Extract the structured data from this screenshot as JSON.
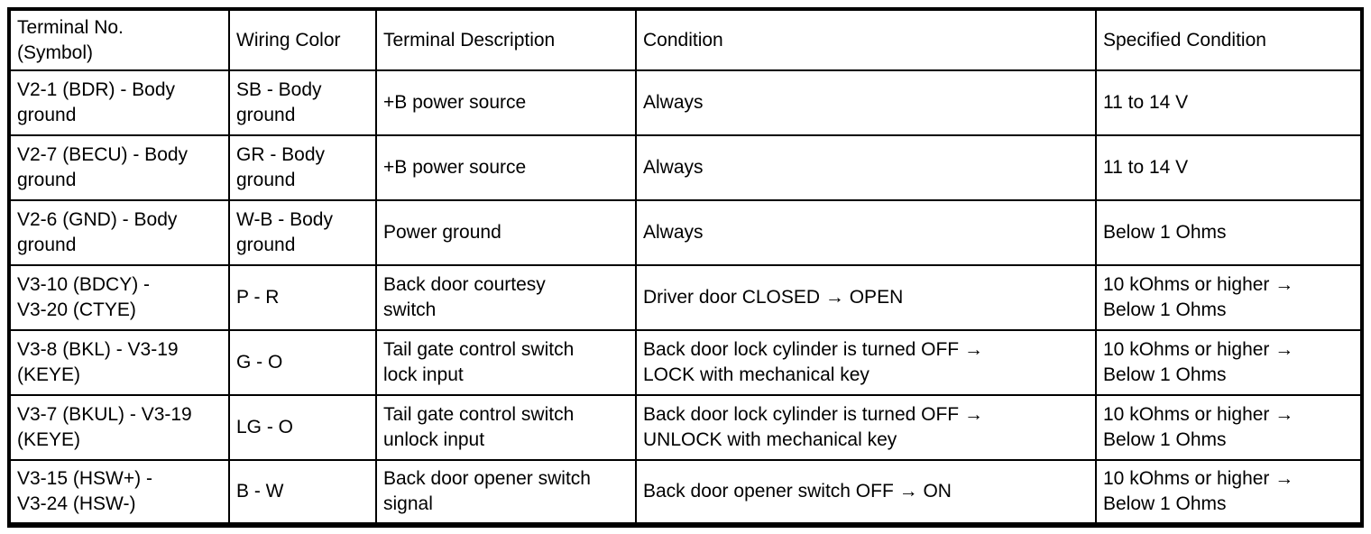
{
  "colors": {
    "text": "#000000",
    "background": "#ffffff",
    "border": "#000000"
  },
  "table": {
    "columns": [
      "Terminal No.\n(Symbol)",
      "Wiring Color",
      "Terminal Description",
      "Condition",
      "Specified Condition"
    ],
    "rows": [
      {
        "cells": [
          "V2-1 (BDR) - Body\nground",
          "SB - Body\nground",
          "+B power source",
          "Always",
          "11 to 14 V"
        ]
      },
      {
        "cells": [
          "V2-7 (BECU) - Body\nground",
          "GR - Body\nground",
          "+B power source",
          "Always",
          "11 to 14 V"
        ]
      },
      {
        "cells": [
          "V2-6 (GND) - Body\nground",
          "W-B - Body\nground",
          "Power ground",
          "Always",
          "Below 1 Ohms"
        ]
      },
      {
        "cells": [
          "V3-10 (BDCY) -\nV3-20 (CTYE)",
          "P - R",
          "Back door courtesy\nswitch",
          "Driver door CLOSED → OPEN",
          "10 kOhms or higher →\nBelow 1 Ohms"
        ]
      },
      {
        "cells": [
          "V3-8 (BKL) - V3-19\n(KEYE)",
          "G - O",
          "Tail gate control switch\nlock input",
          "Back door lock cylinder is turned OFF →\nLOCK with mechanical key",
          "10 kOhms or higher →\nBelow 1 Ohms"
        ]
      },
      {
        "cells": [
          "V3-7 (BKUL) - V3-19\n(KEYE)",
          "LG - O",
          "Tail gate control switch\nunlock input",
          "Back door lock cylinder is turned OFF →\nUNLOCK with mechanical key",
          "10 kOhms or higher →\nBelow 1 Ohms"
        ]
      },
      {
        "cells": [
          "V3-15 (HSW+) -\nV3-24 (HSW-)",
          "B - W",
          "Back door opener switch\nsignal",
          "Back door opener switch OFF → ON",
          "10 kOhms or higher →\nBelow 1 Ohms"
        ]
      }
    ]
  }
}
